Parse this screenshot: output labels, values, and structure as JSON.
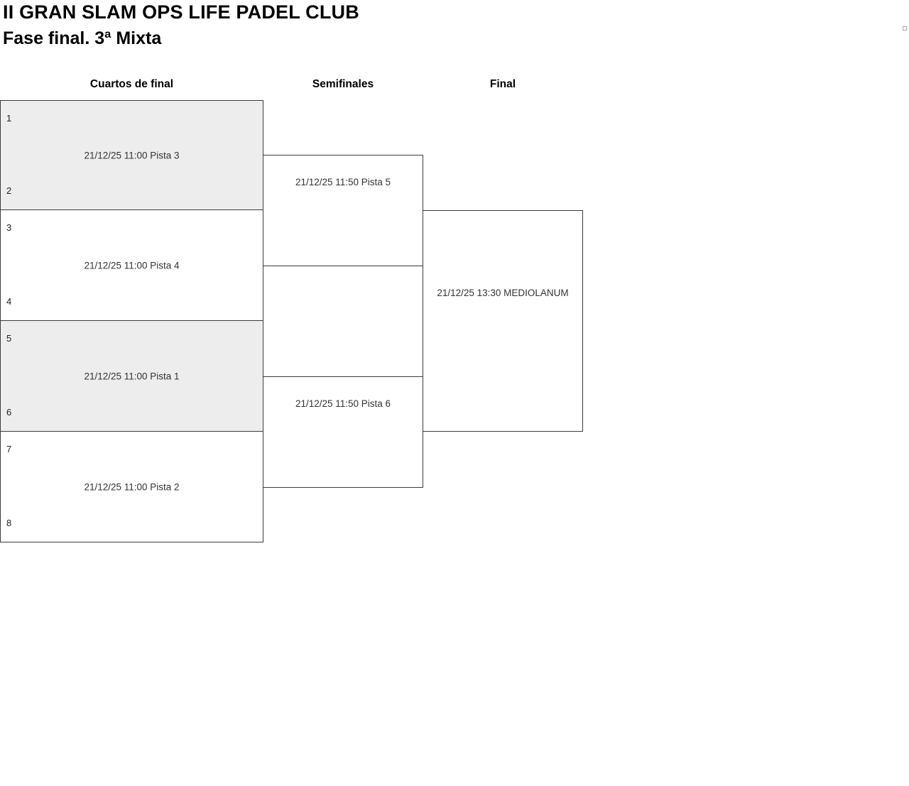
{
  "page": {
    "title": "II GRAN SLAM OPS LIFE PADEL CLUB",
    "subtitle": "Fase final. 3ª Mixta"
  },
  "columns": {
    "quarterfinals": "Cuartos de final",
    "semifinals": "Semifinales",
    "final": "Final"
  },
  "bracket": {
    "quarterfinals": [
      {
        "seed_top": "1",
        "seed_bottom": "2",
        "info": "21/12/25 11:00 Pista 3",
        "shaded": true
      },
      {
        "seed_top": "3",
        "seed_bottom": "4",
        "info": "21/12/25 11:00 Pista 4",
        "shaded": false
      },
      {
        "seed_top": "5",
        "seed_bottom": "6",
        "info": "21/12/25 11:00 Pista 1",
        "shaded": true
      },
      {
        "seed_top": "7",
        "seed_bottom": "8",
        "info": "21/12/25 11:00 Pista 2",
        "shaded": false
      }
    ],
    "semifinals": [
      {
        "info": "21/12/25 11:50 Pista 5"
      },
      {
        "info": "21/12/25 11:50 Pista 6"
      }
    ],
    "final": [
      {
        "info": "21/12/25 13:30 MEDIOLANUM"
      }
    ]
  },
  "colors": {
    "shaded_box": "#ededed",
    "border": "#3c3c3c"
  }
}
